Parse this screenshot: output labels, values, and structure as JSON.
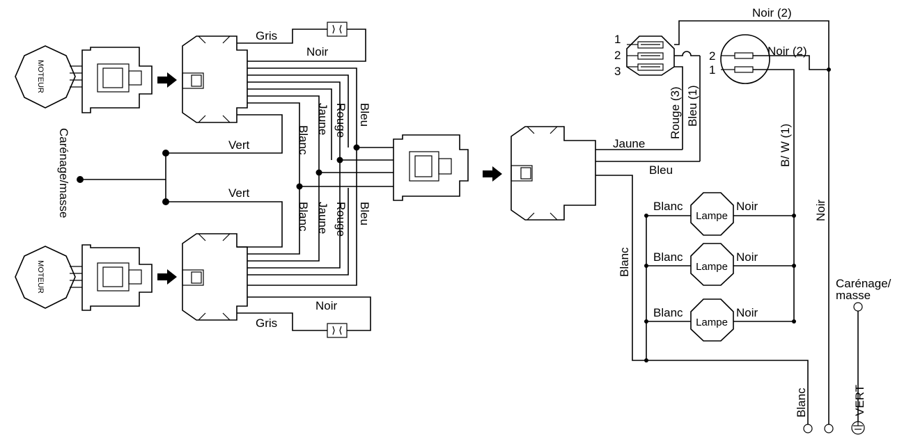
{
  "labels": {
    "moteur": "MOTEUR",
    "gris": "Gris",
    "noir": "Noir",
    "noir2": "Noir (2)",
    "bleu": "Bleu",
    "rouge": "Rouge",
    "jaune": "Jaune",
    "blanc": "Blanc",
    "vert": "Vert",
    "vert_caps": "VERT",
    "carenage_masse": "Carénage/masse",
    "carenage": "Carénage/",
    "masse": "masse",
    "rouge3": "Rouge (3)",
    "bleu1": "Bleu (1)",
    "bw1": "B/ W (1)",
    "lampe": "Lampe",
    "pin1": "1",
    "pin2": "2",
    "pin3": "3"
  },
  "colors": {
    "ink": "#000000",
    "paper": "#ffffff"
  },
  "icons": [
    "arrow-right-icon",
    "ground-icon",
    "capacitor-icon",
    "switch-icon",
    "receptacle-icon"
  ]
}
